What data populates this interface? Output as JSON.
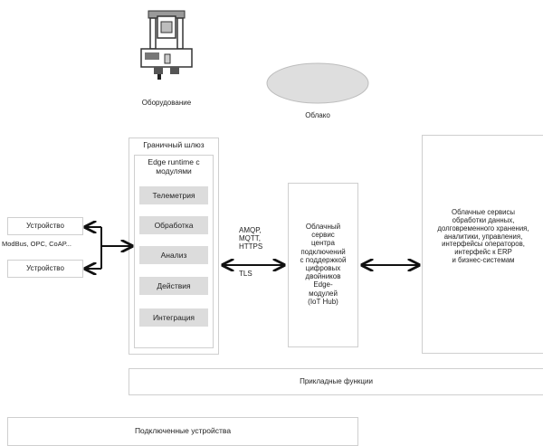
{
  "equipment": {
    "label": "Оборудование",
    "icon": "industrial-machine-icon"
  },
  "cloud": {
    "label": "Облако",
    "icon": "cloud-ellipse-icon"
  },
  "gateway": {
    "title": "Граничный шлюз",
    "runtime_title": "Edge runtime с модулями",
    "modules": [
      "Телеметрия",
      "Обработка",
      "Анализ",
      "Действия",
      "Интеграция"
    ]
  },
  "devices": {
    "items": [
      "Устройство",
      "Устройство"
    ],
    "protocols": "ModBus, OPC, CoAP..."
  },
  "link": {
    "protocols": [
      "AMQP,",
      "MQTT,",
      "HTTPS"
    ],
    "security": "TLS"
  },
  "hub": {
    "lines": [
      "Облачный",
      "сервис",
      "центра",
      "подключений",
      "с поддержкой",
      "цифровых",
      "двойников",
      "Edge-",
      "модулей",
      "(IoT Hub)"
    ]
  },
  "cloud_services": {
    "lines": [
      "Облачные сервисы",
      "обработки данных,",
      "долговременного хранения,",
      "аналитики, управления,",
      "интерфейсы операторов,",
      "интерфейс к ERP",
      "и бизнес-системам"
    ]
  },
  "applied": {
    "label": "Прикладные функции"
  },
  "connected": {
    "label": "Подключенные устройства"
  }
}
